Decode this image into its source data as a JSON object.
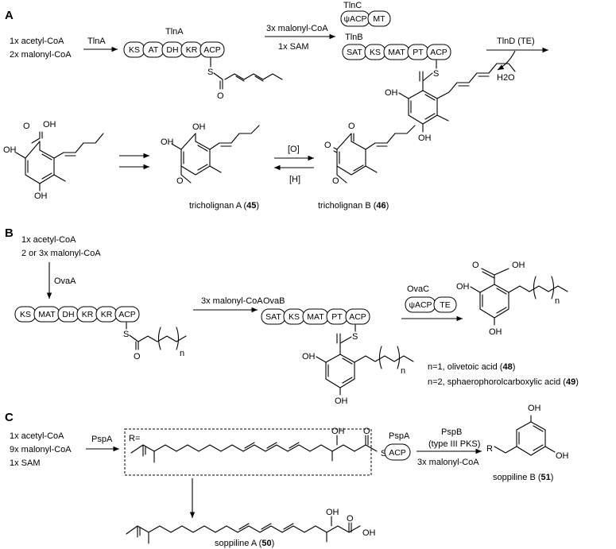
{
  "panels": {
    "a": "A",
    "b": "B",
    "c": "C"
  },
  "panelA": {
    "start": [
      "1x acetyl-CoA",
      "2x malonyl-CoA"
    ],
    "enzyme1": "TlnA",
    "pks1_label": "TlnA",
    "pks1_domains": [
      "KS",
      "AT",
      "DH",
      "KR",
      "ACP"
    ],
    "cond2": [
      "3x malonyl-CoA",
      "1x SAM"
    ],
    "tlnc_label": "TlnC",
    "tlnc_domains": [
      "ψACP",
      "MT"
    ],
    "pks2_label": "TlnB",
    "pks2_domains": [
      "SAT",
      "KS",
      "MAT",
      "PT",
      "ACP"
    ],
    "te_label": "TlnD (TE)",
    "water": "H2O",
    "ox": "[O]",
    "red": "[H]",
    "cmpd45": {
      "name": "tricholignan A (",
      "num": "45",
      "end": ")"
    },
    "cmpd46": {
      "name": "tricholignan B (",
      "num": "46",
      "end": ")"
    }
  },
  "panelB": {
    "start": [
      "1x acetyl-CoA",
      "2 or 3x malonyl-CoA"
    ],
    "enzyme1": "OvaA",
    "pks1_domains": [
      "KS",
      "MAT",
      "DH",
      "KR",
      "KR",
      "ACP"
    ],
    "cond2": "3x malonyl-CoA",
    "pks2_label": "OvaB",
    "pks2_domains": [
      "SAT",
      "KS",
      "MAT",
      "PT",
      "ACP"
    ],
    "ovac_label": "OvaC",
    "ovac_domains": [
      "ψACP",
      "TE"
    ],
    "n_sub": "n",
    "product1": {
      "name": "n=1, olivetoic acid (",
      "num": "48",
      "end": ")"
    },
    "product2": {
      "name": "n=2, sphaerophorolcarboxylic acid (",
      "num": "49",
      "end": ")"
    }
  },
  "panelC": {
    "start": [
      "1x acetyl-CoA",
      "9x malonyl-CoA",
      "1x SAM"
    ],
    "enzyme1": "PspA",
    "r_label": "R=",
    "pspa_label": "PspA",
    "acp": "ACP",
    "pspb": [
      "PspB",
      "(type III PKS)"
    ],
    "cond2": "3x malonyl-CoA",
    "cmpd50": {
      "name": "soppiline A (",
      "num": "50",
      "end": ")"
    },
    "cmpd51": {
      "name": "soppiline B (",
      "num": "51",
      "end": ")"
    }
  },
  "atoms": {
    "OH": "OH",
    "O": "O",
    "S": "S",
    "R": "R"
  }
}
